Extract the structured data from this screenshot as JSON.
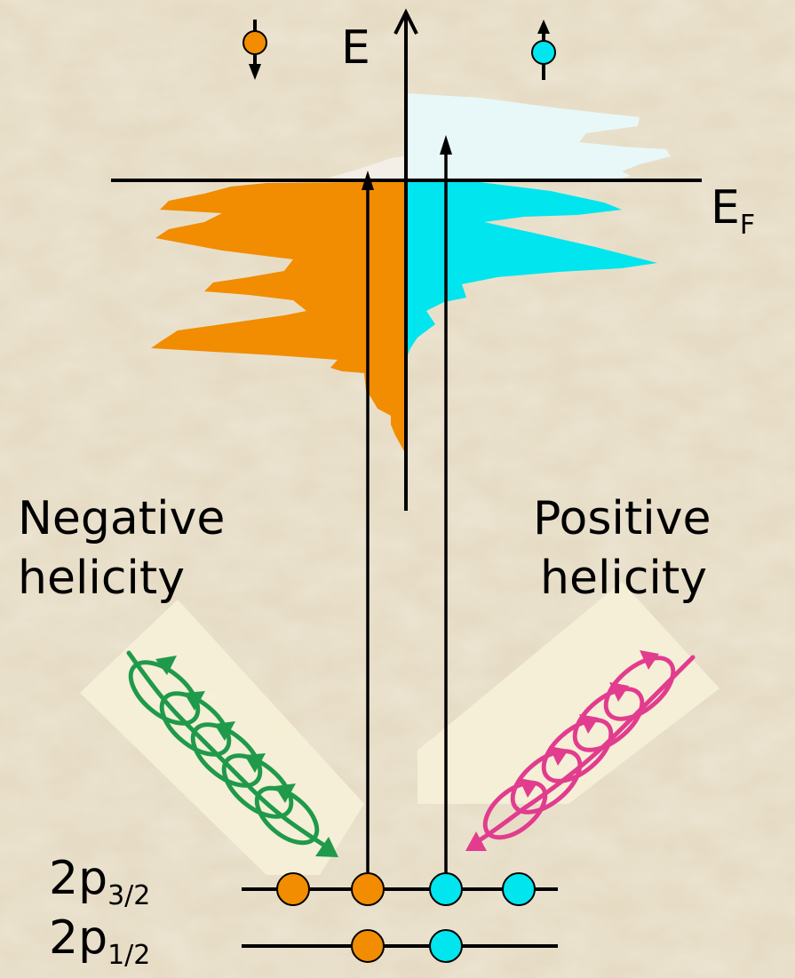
{
  "labels": {
    "energy_axis": "E",
    "fermi_main": "E",
    "fermi_sub": "F",
    "negative_line1": "Negative",
    "negative_line2": "helicity",
    "positive_line1": "Positive",
    "positive_line2": "helicity",
    "level_32_main": "2p",
    "level_32_sub": "3/2",
    "level_12_main": "2p",
    "level_12_sub": "1/2"
  },
  "colors": {
    "background": "#e6dcc4",
    "spin_down": "#f28c00",
    "spin_up": "#00e5ee",
    "spin_up_empty": "#e8f8f8",
    "negative_light": "#1f9a4a",
    "positive_light": "#e23c8e",
    "light_panel": "#f6f1d8",
    "line": "#000000"
  },
  "icons": {
    "spin_down": "spin-down-arrow-icon",
    "spin_up": "spin-up-arrow-icon",
    "negative_light": "left-circular-polarized-wave-icon",
    "positive_light": "right-circular-polarized-wave-icon"
  }
}
